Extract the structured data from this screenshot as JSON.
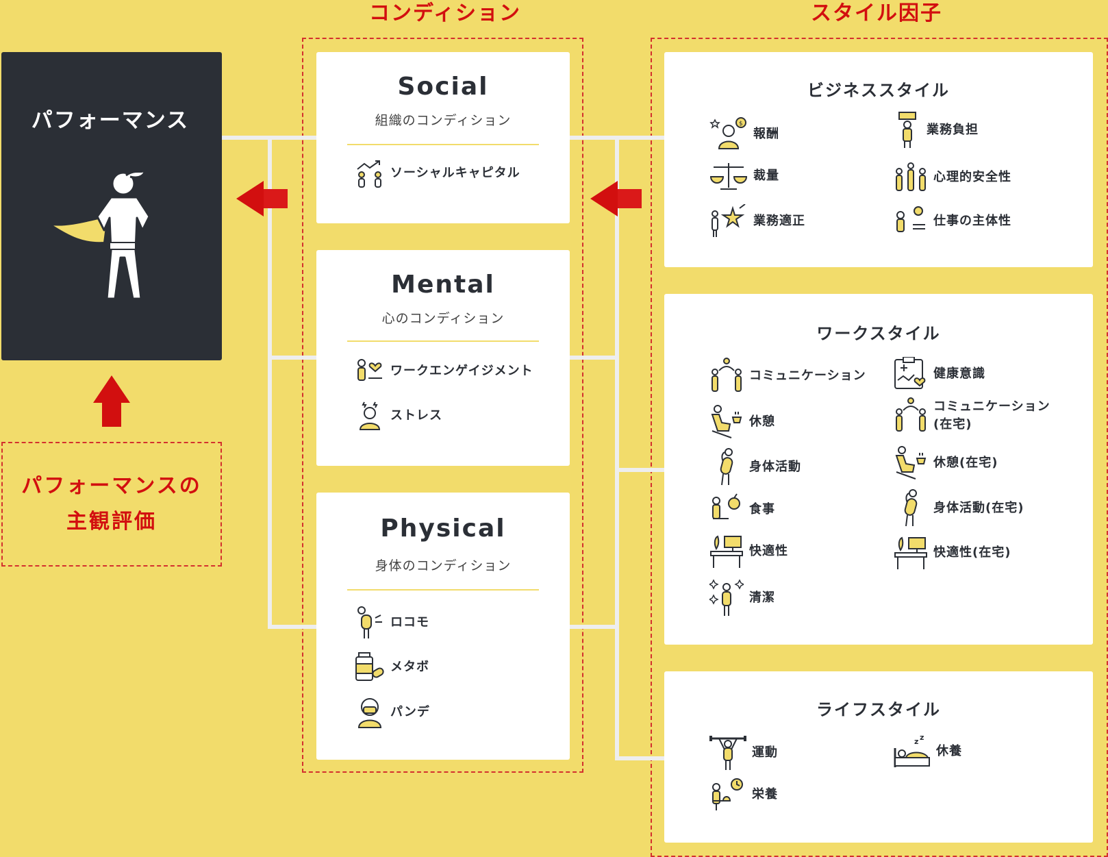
{
  "headings": {
    "condition": "コンディション",
    "style_factors": "スタイル因子"
  },
  "performance": {
    "title": "パフォーマンス",
    "eval_line1": "パフォーマンスの",
    "eval_line2": "主観評価"
  },
  "conditions": {
    "social": {
      "title": "Social",
      "subtitle": "組織のコンディション",
      "items": [
        "ソーシャルキャピタル"
      ]
    },
    "mental": {
      "title": "Mental",
      "subtitle": "心のコンディション",
      "items": [
        "ワークエンゲイジメント",
        "ストレス"
      ]
    },
    "physical": {
      "title": "Physical",
      "subtitle": "身体のコンディション",
      "items": [
        "ロコモ",
        "メタボ",
        "パンデ"
      ]
    }
  },
  "styles": {
    "business": {
      "title": "ビジネススタイル",
      "items": [
        "報酬",
        "業務負担",
        "裁量",
        "心理的安全性",
        "業務適正",
        "仕事の主体性"
      ]
    },
    "work": {
      "title": "ワークスタイル",
      "items": [
        "コミュニケーション",
        "健康意識",
        "休憩",
        "コミュニケーション",
        "(在宅)",
        "身体活動",
        "休憩(在宅)",
        "食事",
        "身体活動(在宅)",
        "快適性",
        "快適性(在宅)",
        "清潔"
      ]
    },
    "life": {
      "title": "ライフスタイル",
      "items": [
        "運動",
        "休養",
        "栄養"
      ]
    }
  },
  "colors": {
    "background": "#f2dc6b",
    "accent_red": "#d20f0f",
    "dark": "#2b2f36",
    "icon_yellow": "#f2dc6b",
    "connector": "#eeeeee"
  }
}
